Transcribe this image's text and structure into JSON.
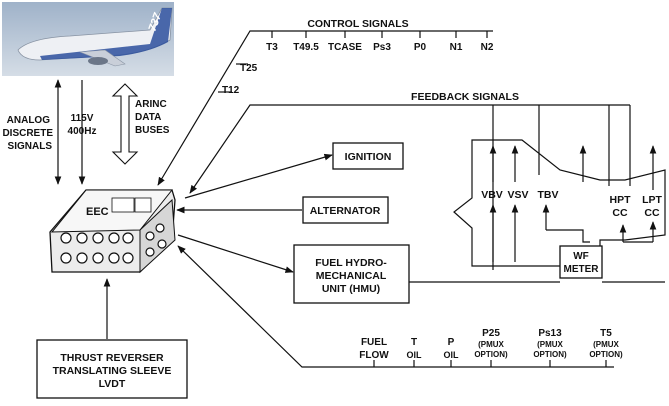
{
  "labels": {
    "control_signals": "CONTROL SIGNALS",
    "feedback_signals": "FEEDBACK SIGNALS",
    "t25": "T25",
    "t12": "T12",
    "analog_1": "ANALOG",
    "analog_2": "DISCRETE",
    "analog_3": "SIGNALS",
    "power_1": "115V",
    "power_2": "400Hz",
    "arinc_1": "ARINC",
    "arinc_2": "DATA",
    "arinc_3": "BUSES",
    "eec": "EEC"
  },
  "control_signals": [
    "T3",
    "T49.5",
    "TCASE",
    "Ps3",
    "P0",
    "N1",
    "N2"
  ],
  "boxes": {
    "ignition": "IGNITION",
    "alternator": "ALTERNATOR",
    "hmu_1": "FUEL HYDRO-",
    "hmu_2": "MECHANICAL",
    "hmu_3": "UNIT (HMU)",
    "thrust_1": "THRUST REVERSER",
    "thrust_2": "TRANSLATING SLEEVE",
    "thrust_3": "LVDT",
    "wf_1": "WF",
    "wf_2": "METER"
  },
  "actuators": {
    "vbv": "VBV",
    "vsv": "VSV",
    "tbv": "TBV",
    "hpt_1": "HPT",
    "hpt_2": "CC",
    "lpt_1": "LPT",
    "lpt_2": "CC"
  },
  "bottom_sensors": {
    "fuel_1": "FUEL",
    "fuel_2": "FLOW",
    "toil_1": "T",
    "toil_2": "OIL",
    "poil_1": "P",
    "poil_2": "OIL",
    "p25_1": "P25",
    "p25_2": "(PMUX",
    "p25_3": "OPTION)",
    "ps13_1": "Ps13",
    "ps13_2": "(PMUX",
    "ps13_3": "OPTION)",
    "t5_1": "T5",
    "t5_2": "(PMUX",
    "t5_3": "OPTION)"
  },
  "aircraft_tail_text": "737",
  "colors": {
    "line": "#111111",
    "sky": "#b9c6d6",
    "fuselage": "#eef0f4",
    "livery": "#2b4f9c"
  }
}
